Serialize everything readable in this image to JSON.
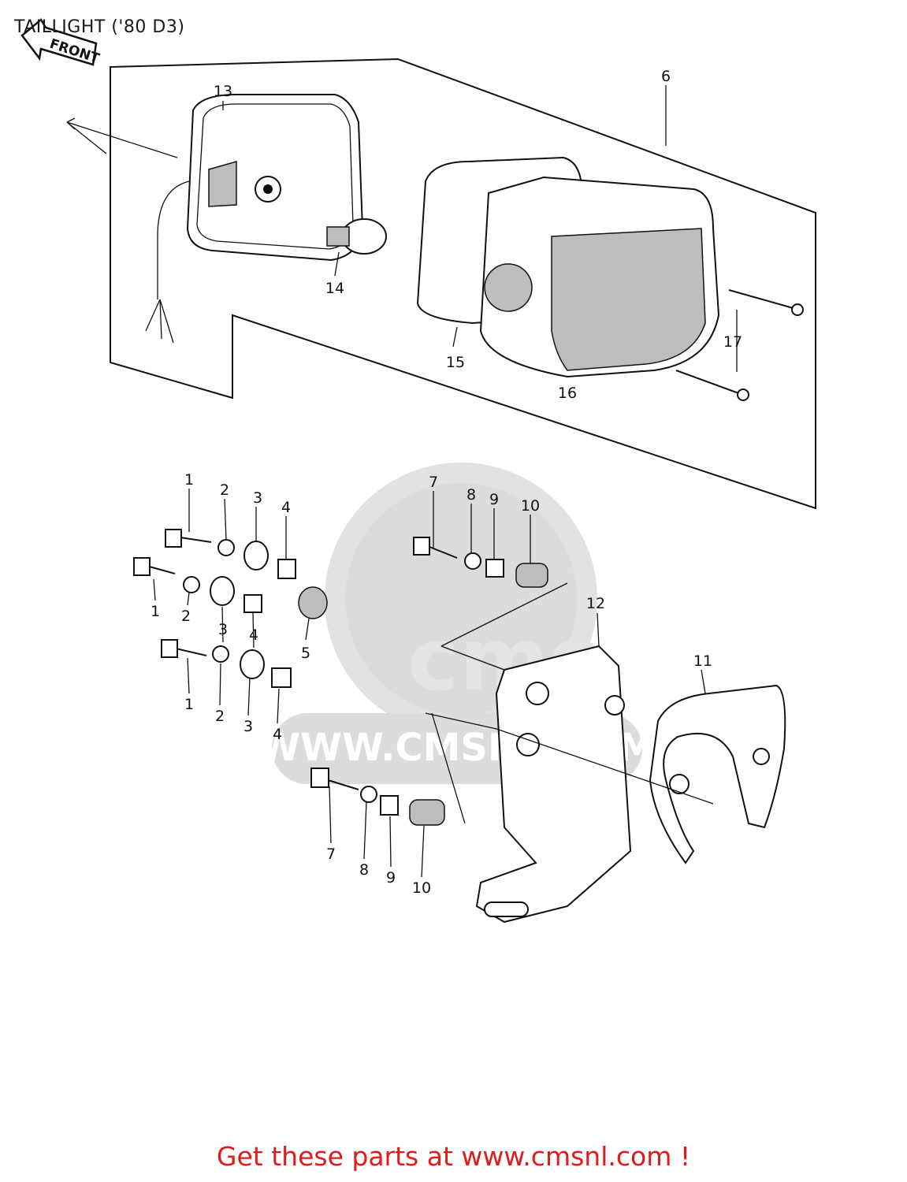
{
  "page": {
    "title": "TAILLIGHT ('80 D3)",
    "footer": "Get these parts at www.cmsnl.com !"
  },
  "watermark": {
    "text": "WWW.CMSNL.COM",
    "logo": "cms"
  },
  "front_arrow": {
    "label": "FRONT"
  },
  "callouts": [
    {
      "id": "c13",
      "label": "13"
    },
    {
      "id": "c6",
      "label": "6"
    },
    {
      "id": "c14",
      "label": "14"
    },
    {
      "id": "c15",
      "label": "15"
    },
    {
      "id": "c16",
      "label": "16"
    },
    {
      "id": "c17",
      "label": "17"
    },
    {
      "id": "c1a",
      "label": "1"
    },
    {
      "id": "c2a",
      "label": "2"
    },
    {
      "id": "c3a",
      "label": "3"
    },
    {
      "id": "c4a",
      "label": "4"
    },
    {
      "id": "c1b",
      "label": "1"
    },
    {
      "id": "c2b",
      "label": "2"
    },
    {
      "id": "c3b",
      "label": "3"
    },
    {
      "id": "c4b",
      "label": "4"
    },
    {
      "id": "c5",
      "label": "5"
    },
    {
      "id": "c1c",
      "label": "1"
    },
    {
      "id": "c2c",
      "label": "2"
    },
    {
      "id": "c3c",
      "label": "3"
    },
    {
      "id": "c4c",
      "label": "4"
    },
    {
      "id": "c7a",
      "label": "7"
    },
    {
      "id": "c8a",
      "label": "8"
    },
    {
      "id": "c9a",
      "label": "9"
    },
    {
      "id": "c10a",
      "label": "10"
    },
    {
      "id": "c12",
      "label": "12"
    },
    {
      "id": "c11",
      "label": "11"
    },
    {
      "id": "c7b",
      "label": "7"
    },
    {
      "id": "c8b",
      "label": "8"
    },
    {
      "id": "c9b",
      "label": "9"
    },
    {
      "id": "c10b",
      "label": "10"
    }
  ]
}
